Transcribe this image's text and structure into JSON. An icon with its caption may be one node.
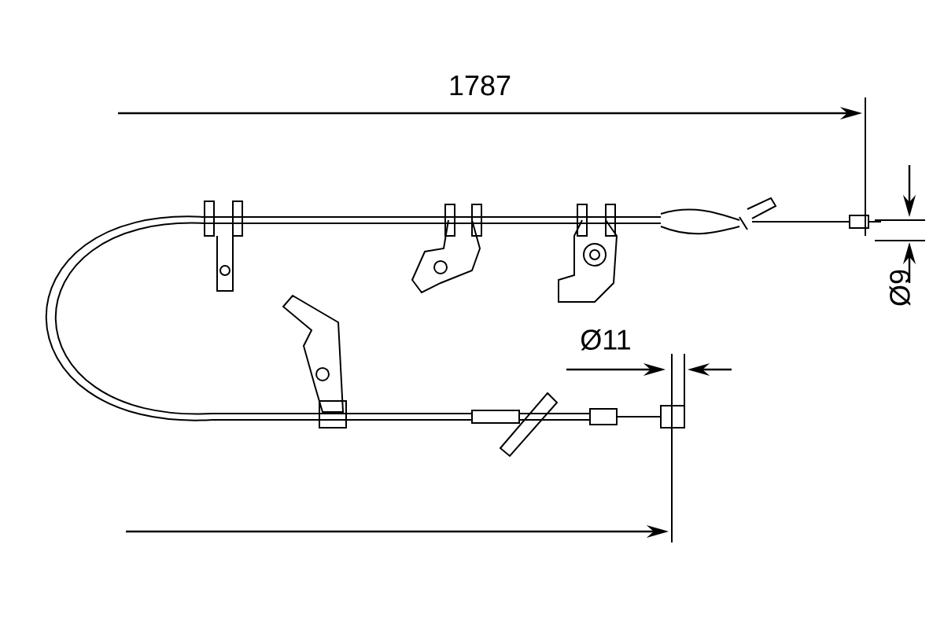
{
  "diagram": {
    "labels": [
      "1787",
      "Ø9",
      "Ø11"
    ]
  }
}
